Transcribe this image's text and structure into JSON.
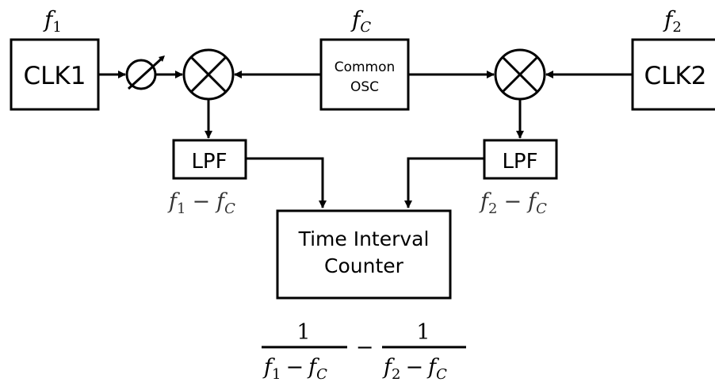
{
  "blocks": {
    "clk1": "CLK1",
    "clk2": "CLK2",
    "common_osc_line1": "Common",
    "common_osc_line2": "OSC",
    "lpf_left": "LPF",
    "lpf_right": "LPF",
    "tic_line1": "Time Interval",
    "tic_line2": "Counter"
  },
  "frequency_labels": {
    "f1": {
      "base": "f",
      "sub": "1"
    },
    "fc": {
      "base": "f",
      "sub": "C"
    },
    "f2": {
      "base": "f",
      "sub": "2"
    }
  },
  "difference_labels": {
    "left": {
      "a": "f",
      "a_sub": "1",
      "op": "−",
      "b": "f",
      "b_sub": "C"
    },
    "right": {
      "a": "f",
      "a_sub": "2",
      "op": "−",
      "b": "f",
      "b_sub": "C"
    }
  },
  "output_formula": {
    "num_left": "1",
    "den_left": {
      "a": "f",
      "a_sub": "1",
      "op": "−",
      "b": "f",
      "b_sub": "C"
    },
    "operator": "−",
    "num_right": "1",
    "den_right": {
      "a": "f",
      "a_sub": "2",
      "op": "−",
      "b": "f",
      "b_sub": "C"
    }
  },
  "colors": {
    "line": "#000000",
    "background": "#ffffff",
    "label_gray": "#333333"
  }
}
